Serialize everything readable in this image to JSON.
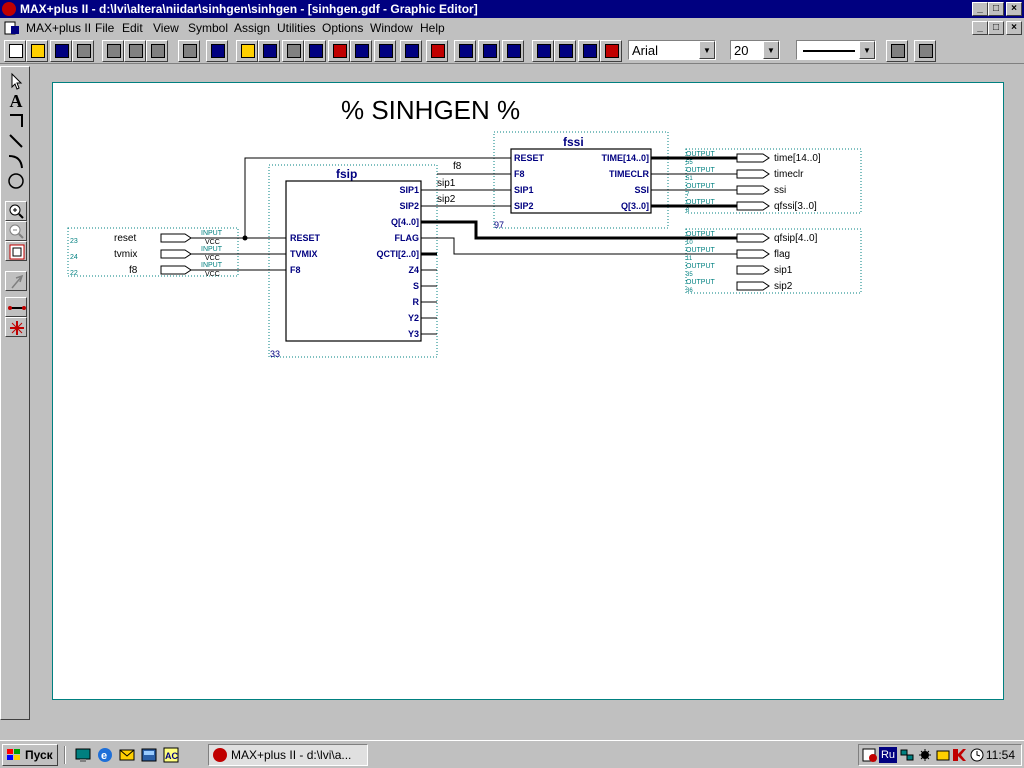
{
  "window": {
    "title": "MAX+plus II - d:\\lvi\\altera\\niidar\\sinhgen\\sinhgen - [sinhgen.gdf - Graphic Editor]",
    "controls": [
      "_",
      "□",
      "×"
    ]
  },
  "menu": {
    "app_label": "MAX+plus II",
    "items": [
      {
        "label": "File"
      },
      {
        "label": "Edit"
      },
      {
        "label": "View"
      },
      {
        "label": "Symbol"
      },
      {
        "label": "Assign"
      },
      {
        "label": "Utilities"
      },
      {
        "label": "Options"
      },
      {
        "label": "Window"
      },
      {
        "label": "Help"
      }
    ]
  },
  "toolbar": {
    "font": "Arial",
    "font_size": "20",
    "icons": [
      "new-icon",
      "open-icon",
      "save-icon",
      "print-icon",
      "cut-icon",
      "copy-icon",
      "paste-icon",
      "undo-icon",
      "help-pointer-icon",
      "hierarchy-up-icon",
      "hierarchy-display-icon",
      "floorplan-icon",
      "compiler-icon",
      "simulator-icon",
      "timing-icon",
      "programmer-icon",
      "open-project-icon",
      "save-check-icon",
      "save-compile-icon",
      "save-simulate-icon",
      "view-a-icon",
      "view-ab-icon",
      "view-b-icon",
      "view-c-icon",
      "align-icon",
      "flip-h-icon",
      "flip-v-icon"
    ]
  },
  "palette": {
    "tools": [
      "select-tool",
      "text-tool",
      "orthogonal-line-tool",
      "line-tool",
      "arc-tool",
      "circle-tool",
      "zoom-in-tool",
      "zoom-out-tool",
      "fit-window-tool",
      "rubberband-tool",
      "connect-tool",
      "node-tool"
    ]
  },
  "schematic": {
    "title": "% SINHGEN %",
    "inputs": [
      {
        "num": "23",
        "name": "reset",
        "type": "INPUT",
        "vcc": "VCC"
      },
      {
        "num": "24",
        "name": "tvmix",
        "type": "INPUT",
        "vcc": "VCC"
      },
      {
        "num": "22",
        "name": "f8",
        "type": "INPUT",
        "vcc": "VCC"
      }
    ],
    "fsip": {
      "name": "fsip",
      "number": "33",
      "in_ports": [
        "RESET",
        "TVMIX",
        "F8"
      ],
      "out_ports": [
        "SIP1",
        "SIP2",
        "Q[4..0]",
        "FLAG",
        "QCTI[2..0]",
        "Z4",
        "S",
        "R",
        "Y2",
        "Y3"
      ]
    },
    "fssi": {
      "name": "fssi",
      "number": "97",
      "in_ports": [
        "RESET",
        "F8",
        "SIP1",
        "SIP2"
      ],
      "out_ports": [
        "TIME[14..0]",
        "TIMECLR",
        "SSI",
        "Q[3..0]"
      ]
    },
    "wire_labels": [
      "f8",
      "sip1",
      "sip2"
    ],
    "outputs": [
      {
        "num": "55",
        "name": "time[14..0]",
        "type": "OUTPUT"
      },
      {
        "num": "51",
        "name": "timeclr",
        "type": "OUTPUT"
      },
      {
        "num": "7",
        "name": "ssi",
        "type": "OUTPUT"
      },
      {
        "num": "8",
        "name": "qfssi[3..0]",
        "type": "OUTPUT"
      },
      {
        "num": "10",
        "name": "qfsip[4..0]",
        "type": "OUTPUT"
      },
      {
        "num": "11",
        "name": "flag",
        "type": "OUTPUT"
      },
      {
        "num": "35",
        "name": "sip1",
        "type": "OUTPUT"
      },
      {
        "num": "36",
        "name": "sip2",
        "type": "OUTPUT"
      }
    ]
  },
  "taskbar": {
    "start_label": "Пуск",
    "task_label": "MAX+plus II - d:\\lvi\\a...",
    "lang": "Ru",
    "clock": "11:54"
  }
}
